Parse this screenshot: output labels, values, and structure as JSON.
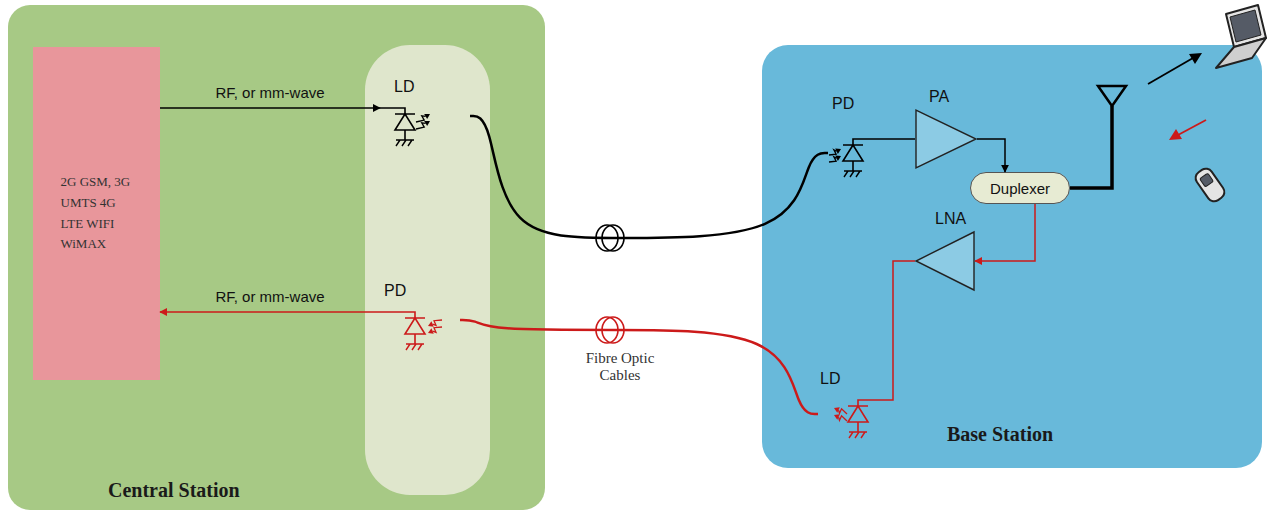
{
  "diagram": {
    "nodes": [
      {
        "text": [
          "Central Station"
        ]
      },
      {
        "text": [
          "2G GSM, 3G UMTS 4G LTE WIFI WiMAX"
        ],
        "in": 0
      },
      {
        "text": [
          "LD"
        ],
        "in": 0
      },
      {
        "text": [
          "PD"
        ],
        "in": 0
      },
      {
        "text": [
          "Base Station"
        ]
      },
      {
        "text": [
          "PD"
        ],
        "in": 4
      },
      {
        "text": [
          "PA"
        ],
        "in": 4
      },
      {
        "text": [
          "Duplexer"
        ],
        "in": 4
      },
      {
        "text": [
          "LNA"
        ],
        "in": 4
      },
      {
        "text": [
          "LD"
        ],
        "in": 4
      }
    ],
    "edges": [
      {
        "from": 1,
        "to": 2,
        "arrow": "to",
        "label": "RF, or mm-wave"
      },
      {
        "from": 3,
        "to": 1,
        "arrow": "to",
        "label": "RF, or mm-wave"
      },
      {
        "from": 2,
        "to": 5,
        "arrow": "none"
      },
      {
        "from": 9,
        "to": 3,
        "arrow": "none"
      },
      {
        "from": 5,
        "to": 6,
        "arrow": "none"
      },
      {
        "from": 6,
        "to": 7,
        "arrow": "to"
      },
      {
        "from": 7,
        "to": 8,
        "arrow": "to"
      },
      {
        "from": 8,
        "to": 9,
        "arrow": "none"
      }
    ],
    "labels": [
      "Fibre Optic Cables"
    ]
  }
}
